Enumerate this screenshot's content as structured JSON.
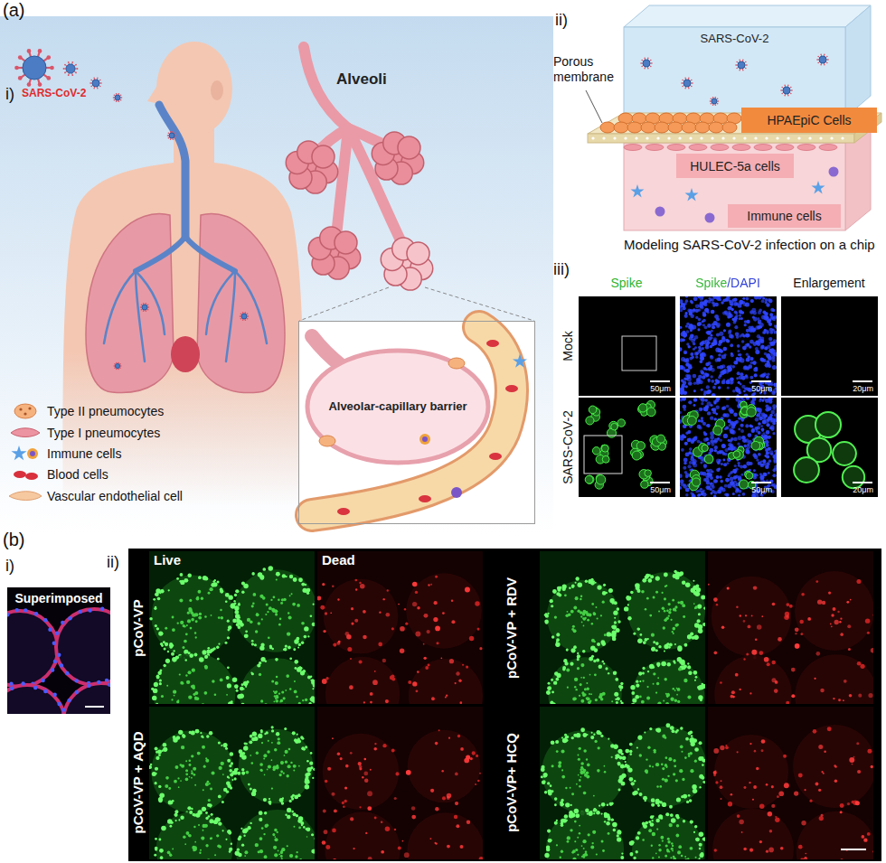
{
  "diagram": {
    "nodes": [
      {
        "text": [
          "Alveolar-capillary barrier"
        ]
      },
      {
        "text": [
          "SARS-CoV-2"
        ]
      },
      {
        "text": [
          "HPAEpiC Cells"
        ]
      },
      {
        "text": [
          "HULEC-5a cells"
        ]
      },
      {
        "text": [
          "Immune cells"
        ]
      }
    ],
    "labels": [
      "(a)",
      "i)",
      "SARS-CoV-2",
      "Alveoli",
      "ii)",
      "Porous membrane",
      "Modeling SARS-CoV-2 infection on a chip",
      "iii)",
      "Spike",
      "Spike/DAPI",
      "Enlargement",
      "Mock",
      "50μm",
      "50μm",
      "20μm",
      "SARS-CoV-2",
      "50μm",
      "50μm",
      "20μm",
      "(b)",
      "i)",
      "Superimposed",
      "ii)",
      "Live",
      "Dead",
      "pCoV-VP",
      "pCoV-VP + RDV",
      "pCoV-VP + AQD",
      "pCoV-VP+ HCQ"
    ],
    "legend": [
      {
        "text": "Type II pneumocytes"
      },
      {
        "text": "Type I pneumocytes"
      },
      {
        "text": "Immune cells"
      },
      {
        "text": "Blood cells"
      },
      {
        "text": "Vascular endothelial cell"
      }
    ]
  }
}
